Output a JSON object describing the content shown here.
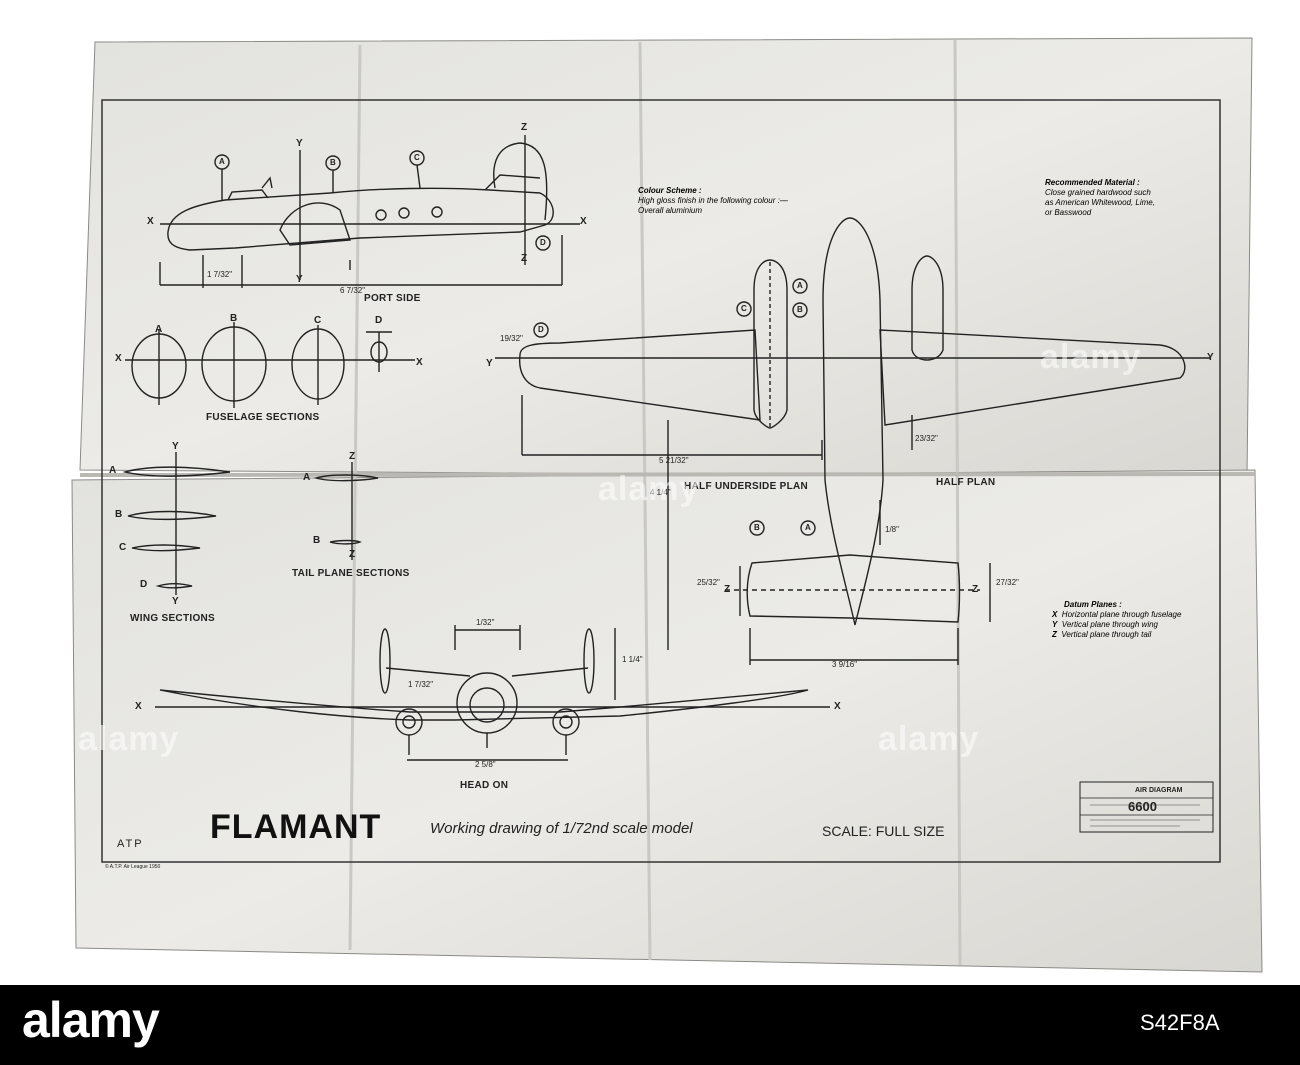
{
  "drawing": {
    "title": "FLAMANT",
    "subtitle": "Working drawing of 1/72nd scale model",
    "scale": "SCALE: FULL SIZE",
    "publisher_code": "ATP",
    "tiny_credit": "© A.T.P. Air League 1950",
    "views": {
      "port_side": "PORT SIDE",
      "fuselage_sections": "FUSELAGE SECTIONS",
      "wing_sections": "WING SECTIONS",
      "tail_plane_sections": "TAIL PLANE SECTIONS",
      "half_underside_plan": "HALF UNDERSIDE PLAN",
      "half_plan": "HALF PLAN",
      "head_on": "HEAD ON"
    },
    "callouts": [
      "A",
      "B",
      "C",
      "D"
    ],
    "axes": [
      "X",
      "Y",
      "Z"
    ],
    "dimensions": {
      "side_length": "6 7/32\"",
      "side_nose": "1 7/32\"",
      "plan_span": "5 21/32\"",
      "plan_length": "4 1/4\"",
      "tail_span": "3 9/16\"",
      "tail_chord": "27/32\"",
      "tail_left": "25/32\"",
      "tip_height": "19/32\"",
      "wing_tip_chord": "23/32\"",
      "small_offset": "1/8\"",
      "head_height": "1 1/4\"",
      "head_fin": "1/32\"",
      "head_gear": "1 7/32\"",
      "head_width": "2 5/8\""
    },
    "colour_scheme": {
      "heading": "Colour Scheme :",
      "line1": "High gloss finish in the following colour :—",
      "line2": "Overall aluminium"
    },
    "recommended_material": {
      "heading": "Recommended Material :",
      "line1": "Close grained hardwood such",
      "line2": "as American Whitewood, Lime,",
      "line3": "or Basswood"
    },
    "datum_planes": {
      "heading": "Datum Planes :",
      "x": "Horizontal plane through fuselage",
      "y": "Vertical plane through wing",
      "z": "Vertical plane through tail"
    },
    "title_block": {
      "air_diagram": "AIR DIAGRAM",
      "number": "6600"
    }
  },
  "watermark": {
    "brand": "alamy",
    "image_id": "S42F8A"
  }
}
